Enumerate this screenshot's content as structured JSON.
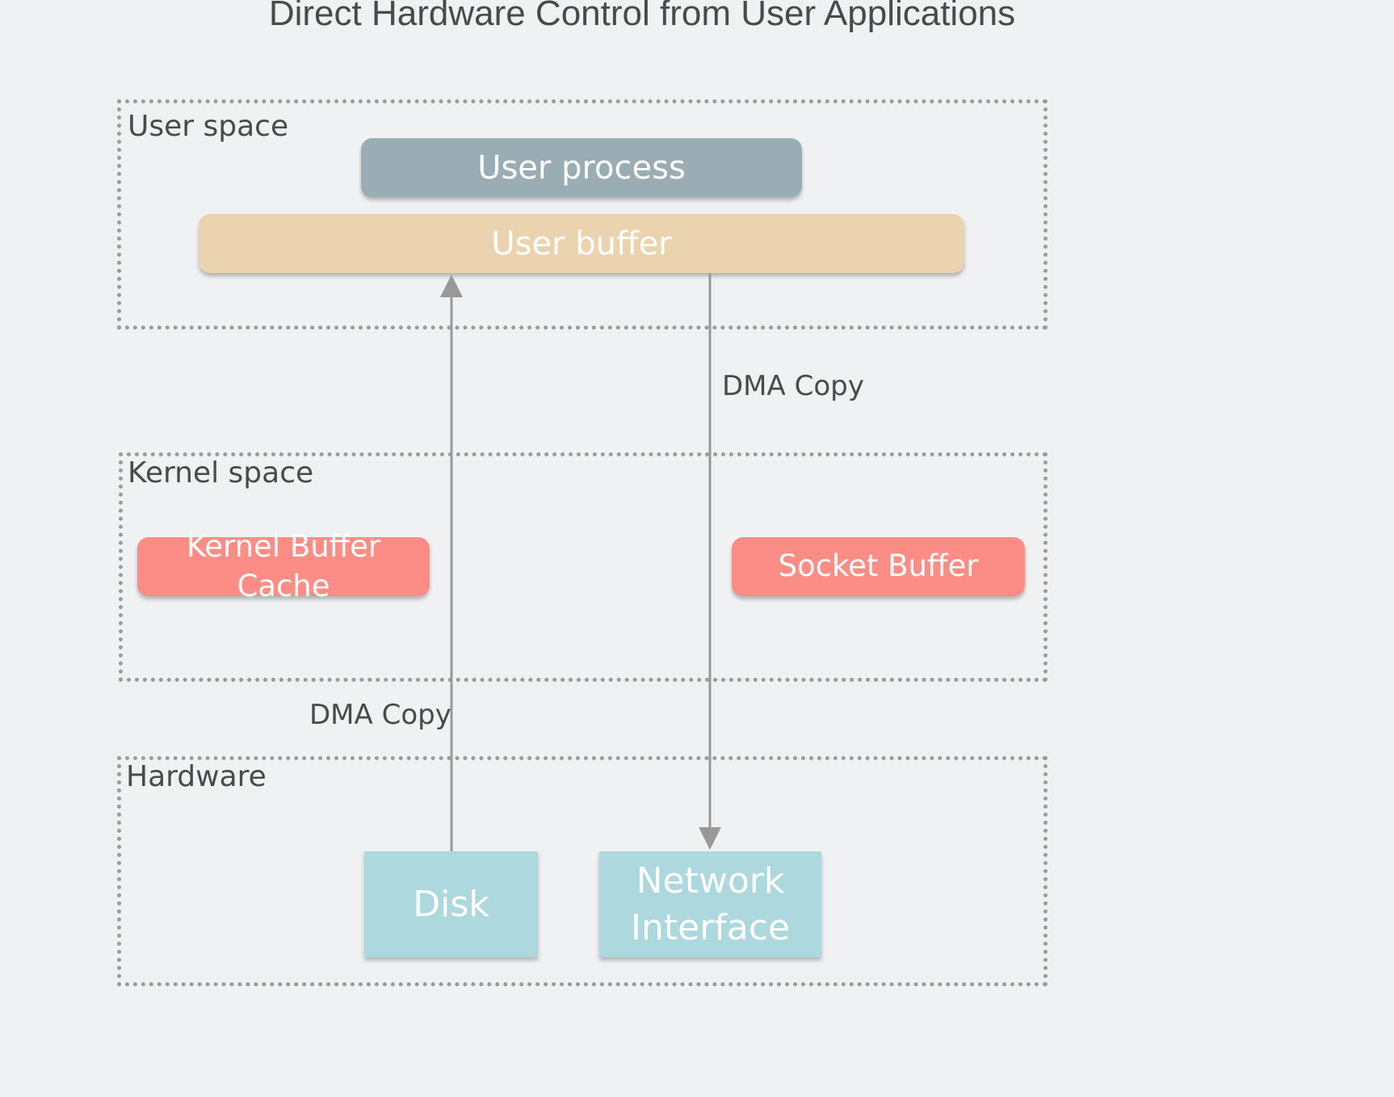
{
  "title": "Direct Hardware Control from User Applications",
  "regions": {
    "user_space": "User space",
    "kernel_space": "Kernel space",
    "hardware": "Hardware"
  },
  "nodes": {
    "user_process": "User process",
    "user_buffer": "User buffer",
    "kernel_buffer_cache": "Kernel Buffer Cache",
    "socket_buffer": "Socket Buffer",
    "disk": "Disk",
    "network_interface_line1": "Network",
    "network_interface_line2": "Interface"
  },
  "edges": [
    {
      "from": "Disk",
      "to": "User buffer",
      "label": "DMA Copy"
    },
    {
      "from": "User buffer",
      "to": "Network Interface",
      "label": "DMA Copy"
    }
  ],
  "colors": {
    "user_process": "#9aadb5",
    "user_buffer": "#ead3ae",
    "kernel_node": "#fb8d86",
    "hardware_node": "#acd8de",
    "connector": "#999999"
  }
}
